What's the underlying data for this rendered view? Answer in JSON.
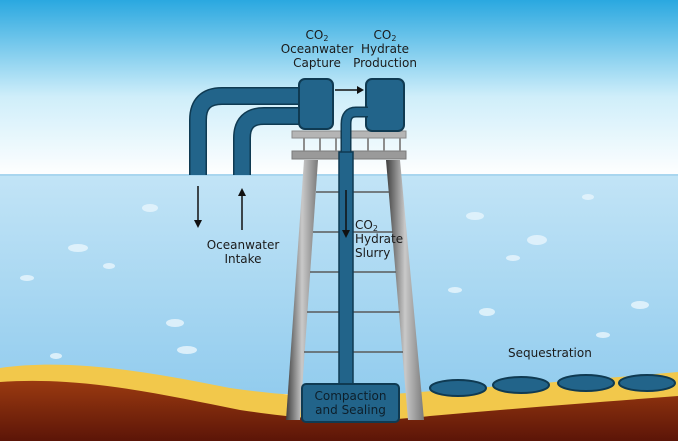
{
  "labels": {
    "capture": {
      "line1_prefix": "CO",
      "line1_sub": "2",
      "line2": "Oceanwater",
      "line3": "Capture"
    },
    "production": {
      "line1_prefix": "CO",
      "line1_sub": "2",
      "line2": "Hydrate",
      "line3": "Production"
    },
    "slurry": {
      "line1_prefix": "CO",
      "line1_sub": "2",
      "line2": "Hydrate",
      "line3": "Slurry"
    },
    "intake": {
      "line1": "Oceanwater",
      "line2": "Intake"
    },
    "compaction": {
      "line1": "Compaction",
      "line2": "and Sealing"
    },
    "sequestration": "Sequestration"
  },
  "colors": {
    "sky_top": "#2aa8e0",
    "sky_bottom": "#ffffff",
    "water_top": "#bfe3f6",
    "water_bottom": "#93cdee",
    "sand": "#f2c84b",
    "seabed": "#7a1f10",
    "pipe": "#1f5d7e",
    "pipe_dark": "#0f3a52",
    "platform": "#9a9a9a"
  }
}
